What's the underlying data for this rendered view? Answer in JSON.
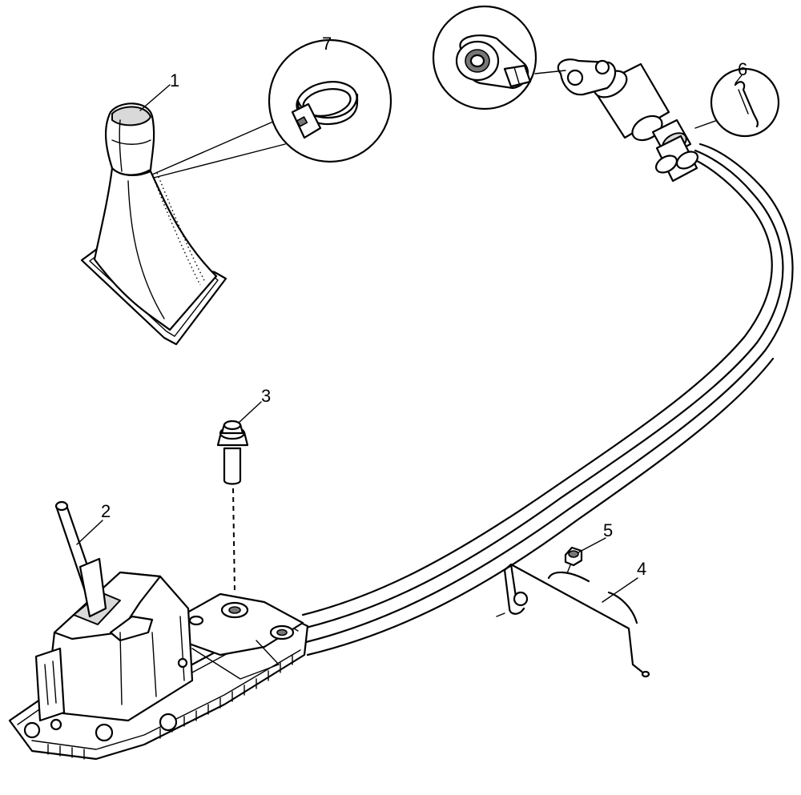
{
  "diagram": {
    "callouts": [
      {
        "id": "knob",
        "label": "1"
      },
      {
        "id": "lever",
        "label": "2"
      },
      {
        "id": "bolt",
        "label": "3"
      },
      {
        "id": "bracket",
        "label": "4"
      },
      {
        "id": "nut",
        "label": "5"
      },
      {
        "id": "clip",
        "label": "6"
      },
      {
        "id": "clamp",
        "label": "7"
      }
    ]
  }
}
